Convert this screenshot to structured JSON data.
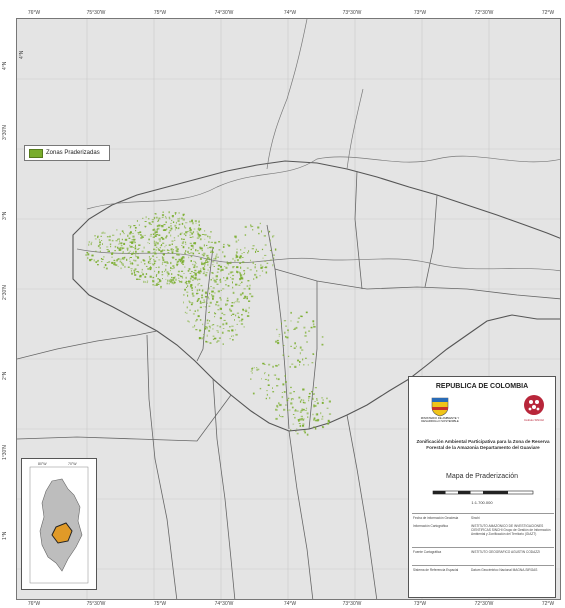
{
  "map": {
    "top_ticks": [
      "76°W",
      "75°30'W",
      "75°W",
      "74°30'W",
      "74°W",
      "73°30'W",
      "73°W",
      "72°30'W",
      "72°W"
    ],
    "bottom_ticks": [
      "76°W",
      "75°30'W",
      "75°W",
      "74°30'W",
      "74°W",
      "73°30'W",
      "73°W",
      "72°30'W",
      "72°W"
    ],
    "left_ticks": [
      "4°N",
      "3°30'N",
      "3°N",
      "2°30'N",
      "2°N",
      "1°30'N",
      "1°N"
    ],
    "colors": {
      "background": "#e4e4e4",
      "deforestation": "#79ad2c",
      "border": "#555555",
      "river": "#777777"
    }
  },
  "legend": {
    "label": "Zonas Praderizadas"
  },
  "title_block": {
    "country": "REPUBLICA DE COLOMBIA",
    "left_logo_text": "MINISTERIO DE AMBIENTE Y DESARROLLO SOSTENIBLE",
    "right_logo_text": "Instituto SINCHI",
    "project_title": "Zonificación Ambiental Participativa para la Zona de Reserva Forestal de la Amazonia Departamento del Guaviare",
    "map_title": "Mapa de Praderización",
    "scale_text": "1:1.700.000",
    "rows": [
      {
        "key": "Fecha de información Geodesia",
        "value": "Sinchi"
      },
      {
        "key": "Información Cartográfica",
        "value": "INSTITUTO AMAZONICO DE INVESTIGACIONES CIENTIFICAS SINCHI Grupo de Gestión de Información Ambiental y Zonificación del Territorio (GIAZT)"
      },
      {
        "key": "Fuente Cartográfica",
        "value": "INSTITUTO GEOGRAFICO AGUSTIN CODAZZI"
      },
      {
        "key": "Sistema de Referencia Espacial",
        "value": "Datum Geocéntrico Nacional MAGNA-SIRGAS"
      }
    ]
  }
}
